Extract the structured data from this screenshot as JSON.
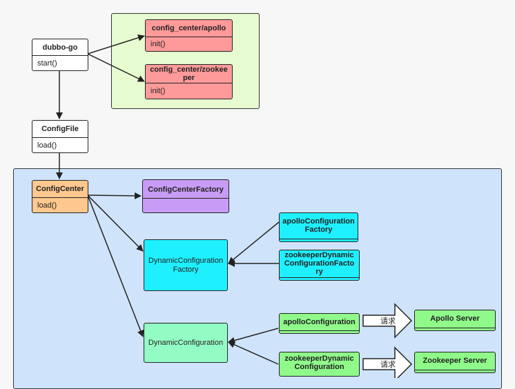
{
  "colors": {
    "canvas": "#f7f7f7",
    "green_group": "#e6fbd0",
    "blue_group": "#cfe4fb",
    "red_box": "#ff9a9a",
    "orange_box": "#fec88e",
    "purple_box": "#c89cf6",
    "cyan_box": "#1ff0ff",
    "mint_box": "#93fcc5",
    "green_box": "#8ffa8a",
    "white_box": "#ffffff"
  },
  "nodes": {
    "dubbo_go": {
      "title": "dubbo-go",
      "method": "start()"
    },
    "apollo_center": {
      "title": "config_center/apollo",
      "method": "init()"
    },
    "zookeeper_center": {
      "title": "config_center/zookeeper",
      "method": "init()"
    },
    "config_file": {
      "title": "ConfigFile",
      "method": "load()"
    },
    "config_center": {
      "title": "ConfigCenter",
      "method": "load()"
    },
    "config_center_factory": {
      "title": "ConfigCenterFactory"
    },
    "dynamic_configuration_factory": {
      "title": "DynamicConfiguration Factory"
    },
    "apollo_configuration_factory": {
      "title": "apolloConfiguration Factory"
    },
    "zookeeper_dynamic_configuration_factory": {
      "title": "zookeeperDynamicConfigurationFactory"
    },
    "dynamic_configuration": {
      "title": "DynamicConfiguration"
    },
    "apollo_configuration": {
      "title": "apolloConfiguration"
    },
    "zookeeper_dynamic_configuration": {
      "title": "zookeeperDynamicConfiguration"
    },
    "apollo_server": {
      "title": "Apollo Server"
    },
    "zookeeper_server": {
      "title": "Zookeeper Server"
    }
  },
  "arrow_labels": {
    "request_apollo": "请求",
    "request_zookeeper": "请求"
  }
}
